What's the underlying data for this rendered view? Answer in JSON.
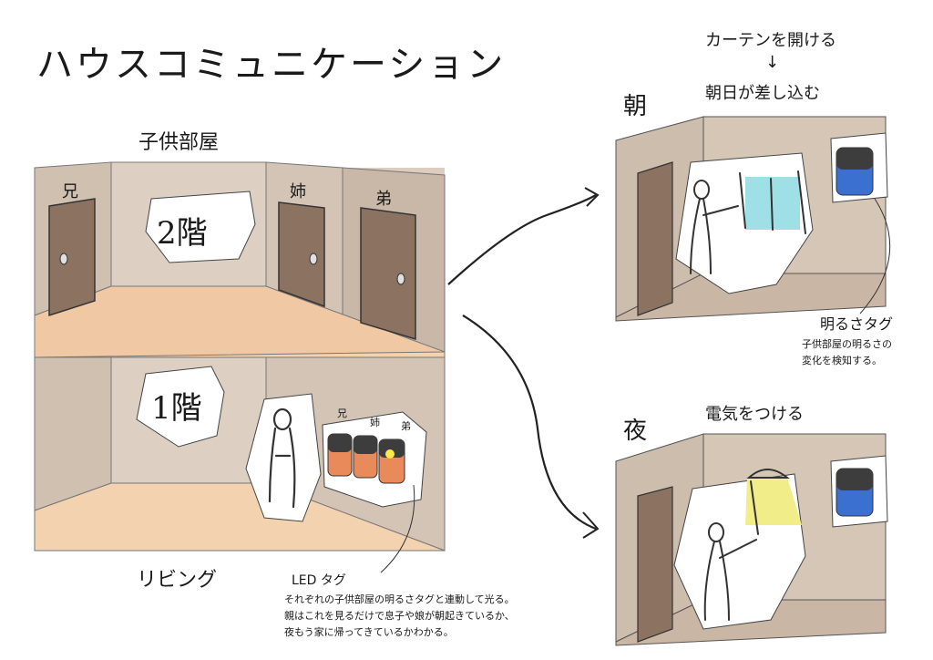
{
  "title": "ハウスコミュニケーション",
  "house": {
    "upper_label": "子供部屋",
    "upper_floor_sign": "2階",
    "lower_floor_sign": "1階",
    "lower_label": "リビング",
    "doors": [
      "兄",
      "姉",
      "弟"
    ],
    "tag_labels": [
      "兄",
      "姉",
      "弟"
    ]
  },
  "led_note": {
    "heading": "LED タグ",
    "lines": [
      "それぞれの子供部屋の明るさタグと連動して光る。",
      "親はこれを見るだけで息子や娘が朝起きているか、",
      "夜もう家に帰ってきているかわかる。"
    ]
  },
  "morning": {
    "label": "朝",
    "caption_line1": "カーテンを開ける",
    "arrow": "↓",
    "caption_line2": "朝日が差し込む"
  },
  "sensor_note": {
    "heading": "明るさタグ",
    "lines": [
      "子供部屋の明るさの",
      "変化を検知する。"
    ]
  },
  "night": {
    "label": "夜",
    "caption": "電気をつける"
  },
  "colors": {
    "wall": "#dccdbf",
    "wall_dark": "#bfae9d",
    "floor": "#f3d2b0",
    "door": "#8c7261",
    "tag_orange": "#e88a5a",
    "tag_blue": "#3b6fd0",
    "curtain_light": "#9fe0e6",
    "lamp_yellow": "#f1ee8a"
  }
}
